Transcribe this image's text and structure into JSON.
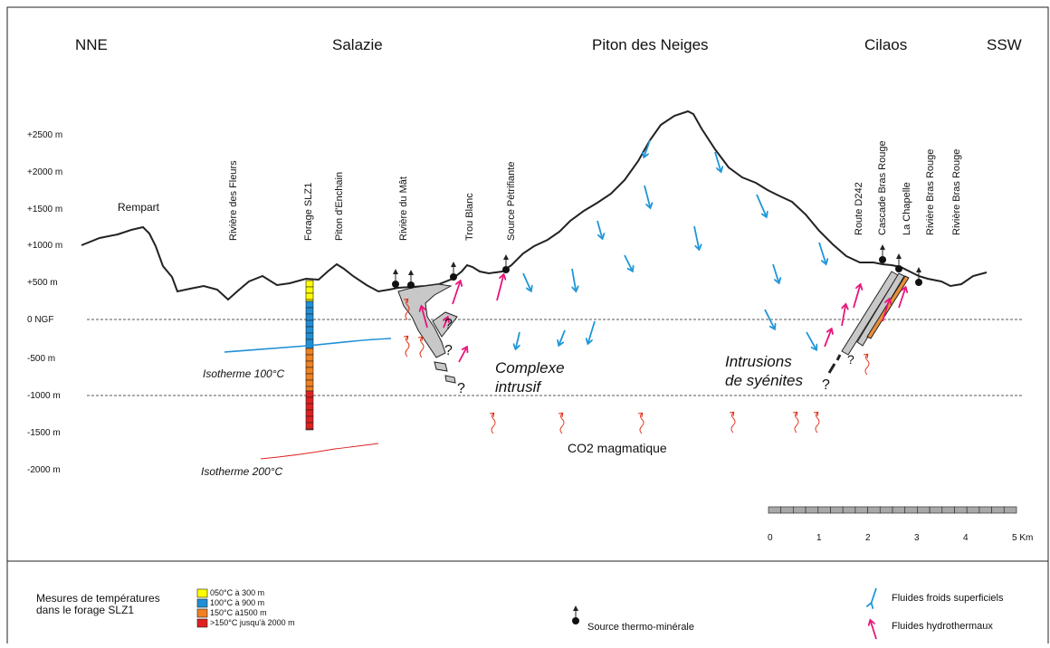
{
  "regions": {
    "nne": "NNE",
    "salazie": "Salazie",
    "piton": "Piton des Neiges",
    "cilaos": "Cilaos",
    "ssw": "SSW"
  },
  "elevations": [
    "+2500 m",
    "+2000 m",
    "+1500 m",
    "+1000 m",
    "+500 m",
    "0 NGF",
    "-500 m",
    "-1000 m",
    "-1500 m",
    "-2000 m"
  ],
  "sites": {
    "rempart": "Rempart",
    "fleurs": "Rivière des Fleurs",
    "slz1": "Forage SLZ1",
    "enchain": "Piton d'Enchain",
    "mat": "Rivière du Mât",
    "trou": "Trou Blanc",
    "petrifiante": "Source Pétrifiante",
    "d242": "Route D242",
    "cascade": "Cascade Bras Rouge",
    "chapelle": "La Chapelle",
    "brasrouge1": "Rivière Bras Rouge",
    "brasrouge2": "Rivière Bras Rouge"
  },
  "annotations": {
    "iso100": "Isotherme 100°C",
    "iso200": "Isotherme 200°C",
    "complexe1": "Complexe",
    "complexe2": "intrusif",
    "intrusions1": "Intrusions",
    "intrusions2": "de syénites",
    "co2": "CO2 magmatique",
    "q": "?"
  },
  "scale": {
    "ticks": [
      "0",
      "1",
      "2",
      "3",
      "4",
      "5 Km"
    ]
  },
  "legend": {
    "temps_title1": "Mesures de températures",
    "temps_title2": "dans le forage SLZ1",
    "temps": [
      {
        "label": "050°C à 300 m",
        "color": "#ffff00"
      },
      {
        "label": "100°C à 900 m",
        "color": "#1f8fd6"
      },
      {
        "label": "150°C à1500 m",
        "color": "#f08020"
      },
      {
        "label": ">150°C jusqu'à 2000 m",
        "color": "#e02020"
      }
    ],
    "source": "Source thermo-minérale",
    "cold": "Fluides froids superficiels",
    "hydro": "Fluides hydrothermaux"
  },
  "colors": {
    "cold": "#1e96d8",
    "hydro": "#e8147a",
    "co2": "#e02a10",
    "isotherm": "#1e8fd6",
    "body": "#c8c8c8"
  }
}
